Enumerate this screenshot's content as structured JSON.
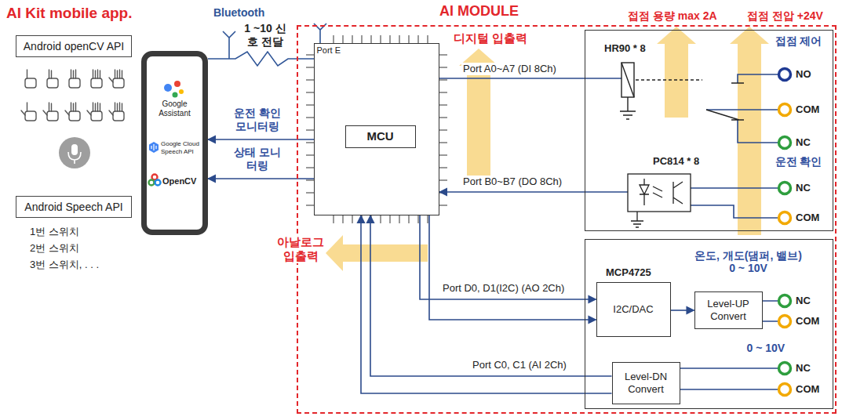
{
  "diagram": {
    "title": "AI Kit mobile app.",
    "nodes": [
      {
        "text": [
          "Android openCV API"
        ]
      },
      {
        "text": [
          "Android Speech API"
        ]
      },
      {
        "text": [
          "Google Assistant",
          "Google Cloud Speech API",
          "OpenCV"
        ]
      },
      {
        "text": [
          "AI MODULE"
        ]
      },
      {
        "text": [
          "Port E"
        ],
        "in": 3
      },
      {
        "text": [
          "MCU"
        ],
        "in": 4
      },
      {
        "text": [
          "접점 제어",
          "운전 확인"
        ],
        "in": 3
      },
      {
        "text": [
          "온도, 개도(댐퍼, 밸브) 0 ~ 10V",
          "0 ~ 10V"
        ],
        "in": 3
      },
      {
        "text": [
          "I2C/DAC"
        ],
        "in": 7
      },
      {
        "text": [
          "Level-UP Convert"
        ],
        "in": 7
      },
      {
        "text": [
          "Level-DN Convert"
        ],
        "in": 7
      }
    ],
    "edges": [
      {
        "from": 2,
        "to": 4,
        "label": "1 ~10 신호 전달",
        "arrow": "none"
      },
      {
        "from": 4,
        "to": 2,
        "label": "운전 확인 모니터링",
        "arrow": "to"
      },
      {
        "from": 4,
        "to": 2,
        "label": "상태 모니터링",
        "arrow": "to"
      },
      {
        "from": 4,
        "to": 6,
        "label": "Port A0~A7 (DI 8Ch)",
        "arrow": "none"
      },
      {
        "from": 6,
        "to": 4,
        "label": "Port B0~B7 (DO 8Ch)",
        "arrow": "to"
      },
      {
        "from": 4,
        "to": 8,
        "label": "Port D0, D1(I2C) (AO 2Ch)",
        "arrow": "to"
      },
      {
        "from": 4,
        "to": 8,
        "arrow": "to"
      },
      {
        "from": 8,
        "to": 9,
        "arrow": "to"
      },
      {
        "from": 10,
        "to": 4,
        "label": "Port C0, C1 (AI 2Ch)",
        "arrow": "to"
      },
      {
        "from": 10,
        "to": 4,
        "arrow": "to"
      }
    ],
    "labels": [
      "Bluetooth",
      "디지털 입출력",
      "접점 용량 max 2A",
      "접점 전압 +24V",
      "HR90 * 8",
      "NO",
      "COM",
      "NC",
      "PC814 * 8",
      "NC",
      "COM",
      "아날로그 입출력",
      "MCP4725",
      "NC",
      "COM",
      "NC",
      "COM",
      "1번 스위치",
      "2번 스위치",
      "3번 스위치, . . ."
    ]
  }
}
